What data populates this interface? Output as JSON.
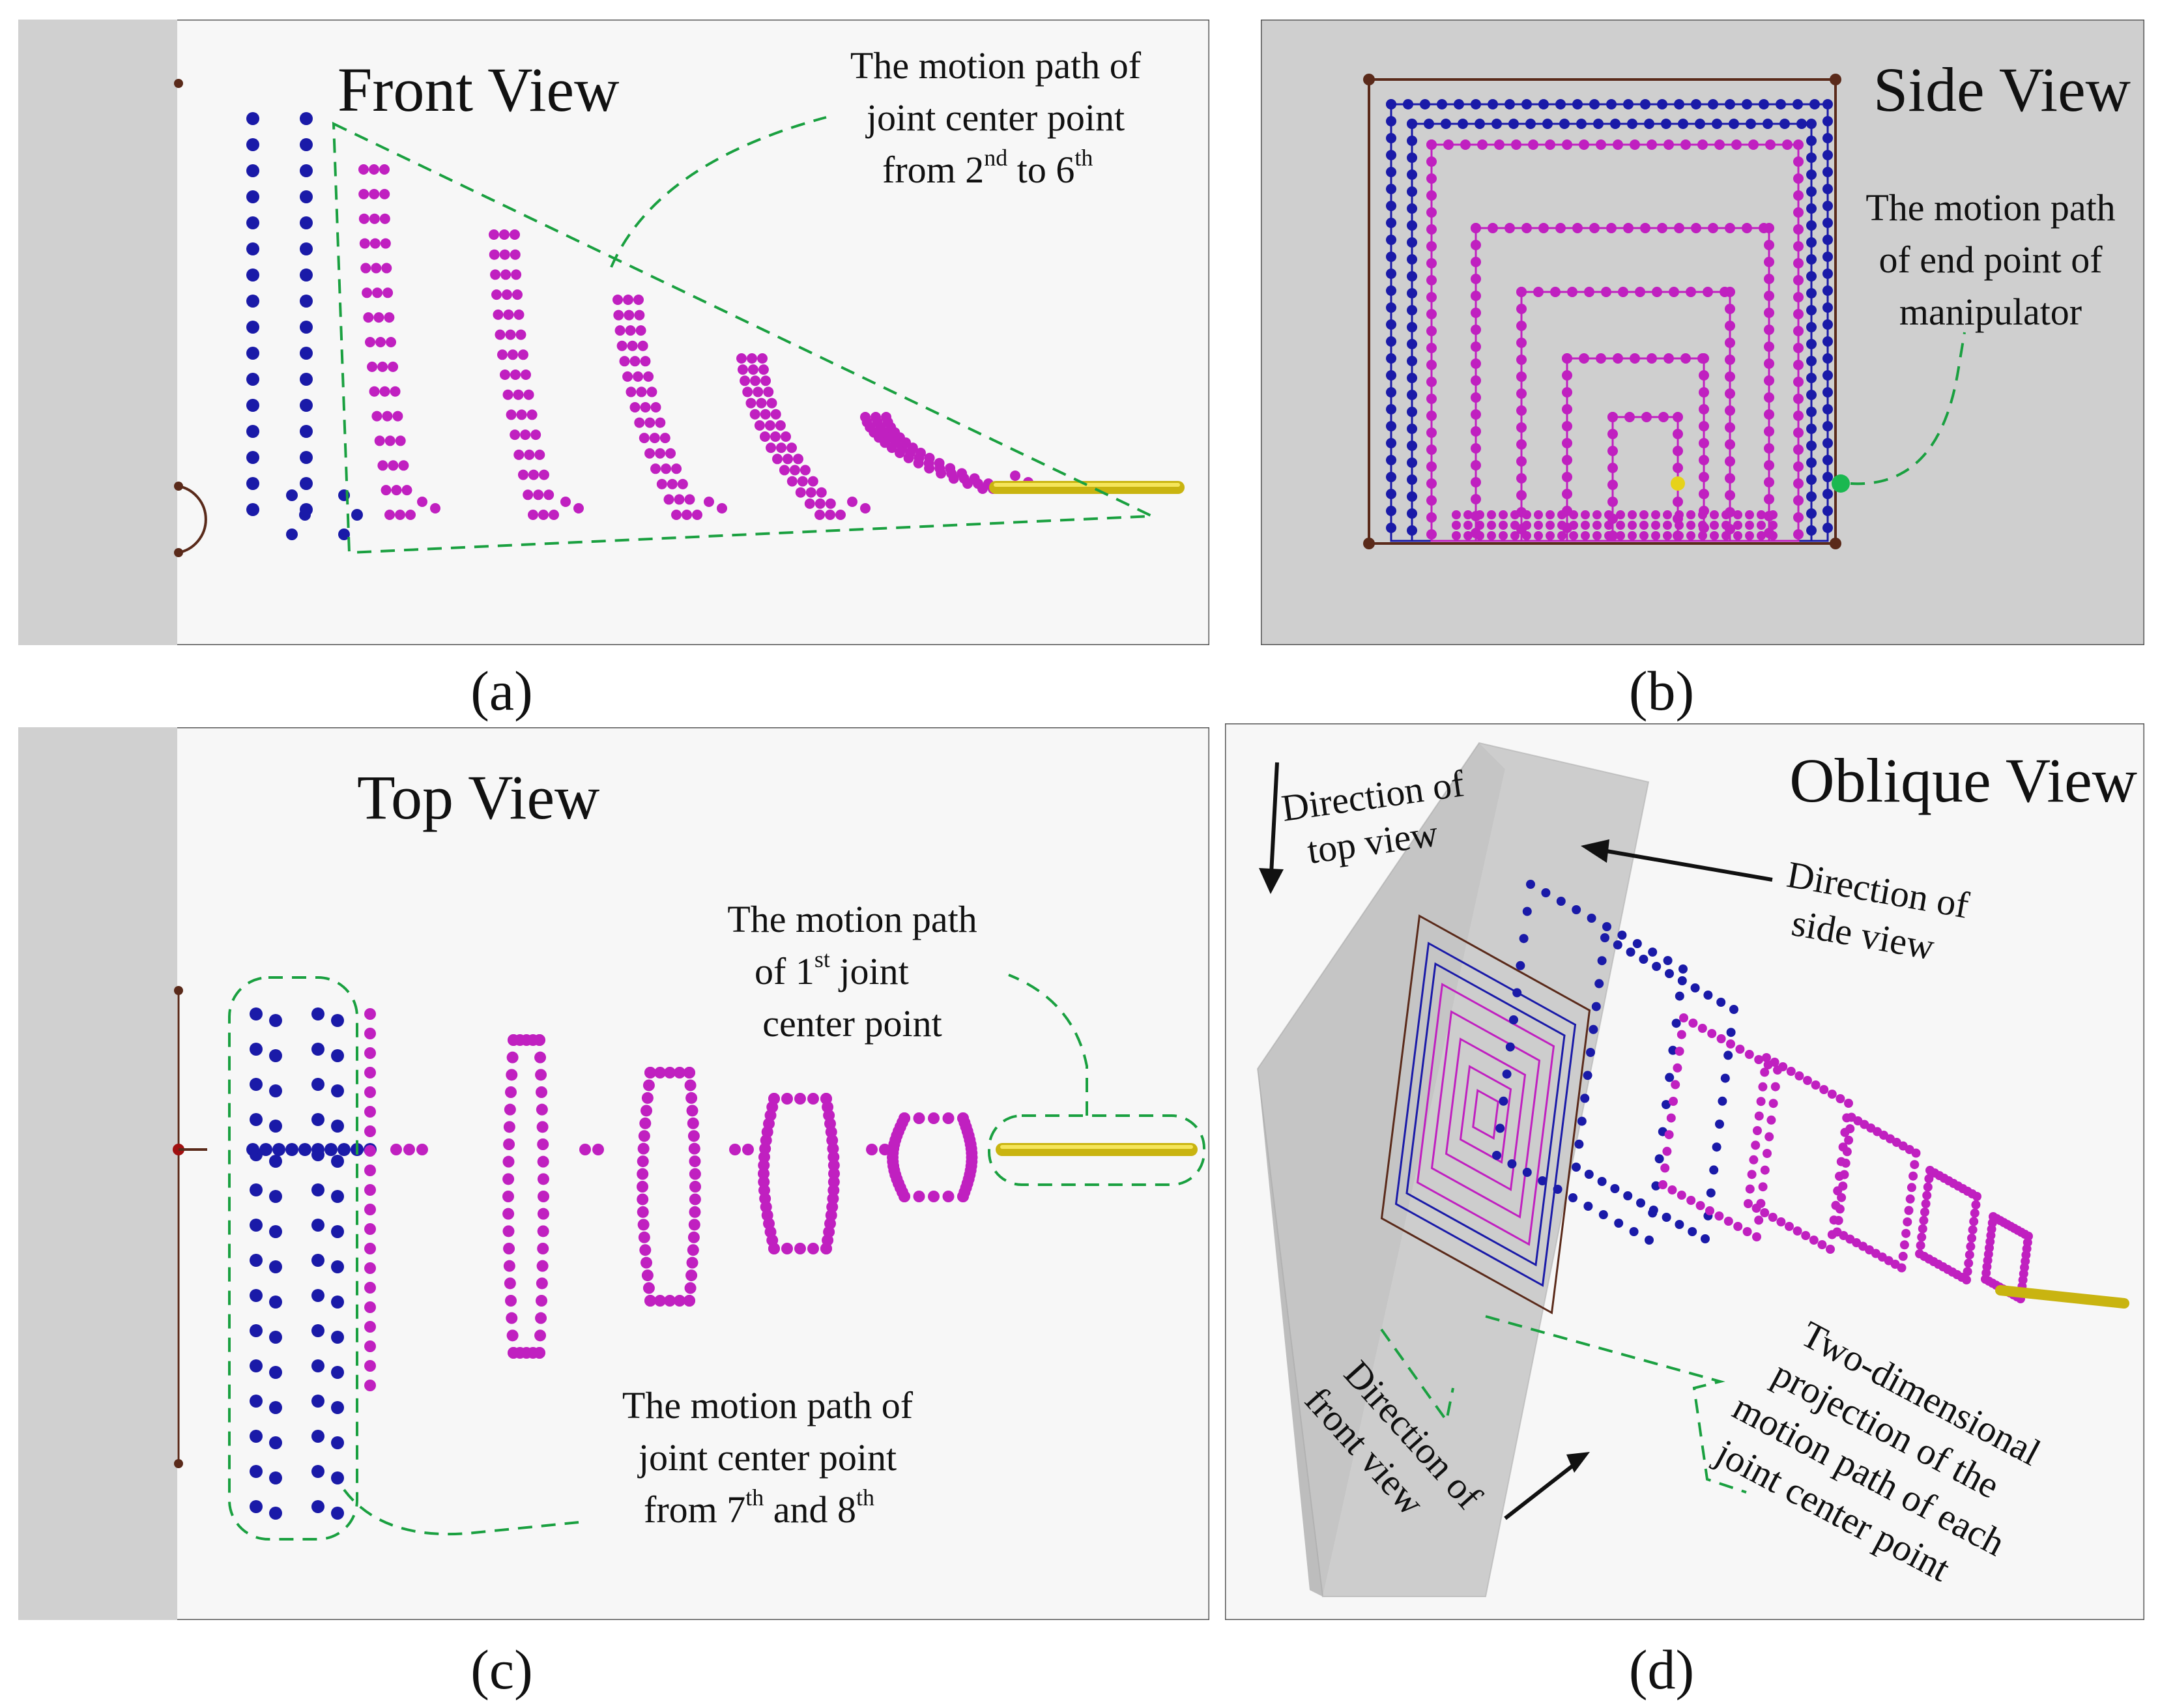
{
  "panels": {
    "a": {
      "caption": "(a)",
      "title": "Front View",
      "annotation": {
        "line1": "The motion path of",
        "line2": "joint center point",
        "line3_from": "from 2",
        "line3_nd": "nd",
        "line3_to": " to 6",
        "line3_th": "th"
      }
    },
    "b": {
      "caption": "(b)",
      "title": "Side View",
      "annotation": {
        "line1": "The motion path",
        "line2": "of end point of",
        "line3": "manipulator"
      }
    },
    "c": {
      "caption": "(c)",
      "title": "Top View",
      "annotation_right": {
        "line1": "The motion path",
        "line2_of": "of 1",
        "line2_st": "st",
        "line2_joint": " joint",
        "line3": "center point"
      },
      "annotation_bottom": {
        "line1": "The motion path of",
        "line2": "joint center point",
        "line3_from": "from 7",
        "line3_th1": "th",
        "line3_and": " and 8",
        "line3_th2": "th"
      }
    },
    "d": {
      "caption": "(d)",
      "title": "Oblique View",
      "label_top_view": {
        "line1": "Direction of",
        "line2": "top view"
      },
      "label_side_view": {
        "line1": "Direction of",
        "line2": "side view"
      },
      "label_front_view": {
        "line1": "Direction of",
        "line2": "front view"
      },
      "label_projection": {
        "line1": "Two-dimensional",
        "line2": "projection of the",
        "line3": "motion path of each",
        "line4": "joint center point"
      }
    }
  },
  "colors": {
    "blue_points": "#1a1aa8",
    "magenta_points": "#c020c0",
    "end_effector": "#e6d21a",
    "dashed_annotation": "#1aa040",
    "frame": "#5a2a1a",
    "wall": "#d0d0d0",
    "panel_bg": "#f7f7f7",
    "side_bg": "#cfcfcf"
  }
}
